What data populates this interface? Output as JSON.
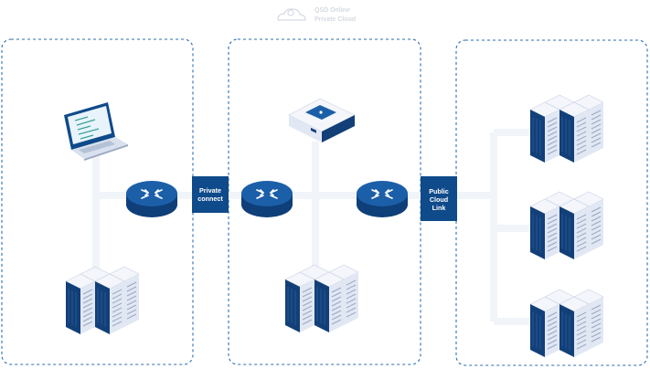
{
  "logo": {
    "line1": "QSD Online",
    "line2": "Private Cloud",
    "icon": "cloud-logo-icon"
  },
  "links": [
    {
      "id": "private",
      "lines": [
        "Private",
        "connect"
      ]
    },
    {
      "id": "public",
      "lines": [
        "Public",
        "Cloud",
        "Link"
      ]
    }
  ],
  "zones": [
    {
      "id": "on-premises",
      "devices": [
        "laptop-icon",
        "router-icon",
        "server-rack-icon"
      ]
    },
    {
      "id": "private-cloud",
      "devices": [
        "storage-appliance-icon",
        "router-icon",
        "router-icon",
        "server-rack-icon"
      ]
    },
    {
      "id": "public-cloud",
      "devices": [
        "server-rack-icon",
        "server-rack-icon",
        "server-rack-icon"
      ]
    }
  ],
  "colors": {
    "accent": "#0f4a8a",
    "router_top": "#1c5fa9",
    "router_side": "#0e3f78",
    "zone_border": "#2a6cb0",
    "connector": "#f1f4f9",
    "server_face": "#e4e9f4",
    "server_dark": "#0f3b73"
  }
}
